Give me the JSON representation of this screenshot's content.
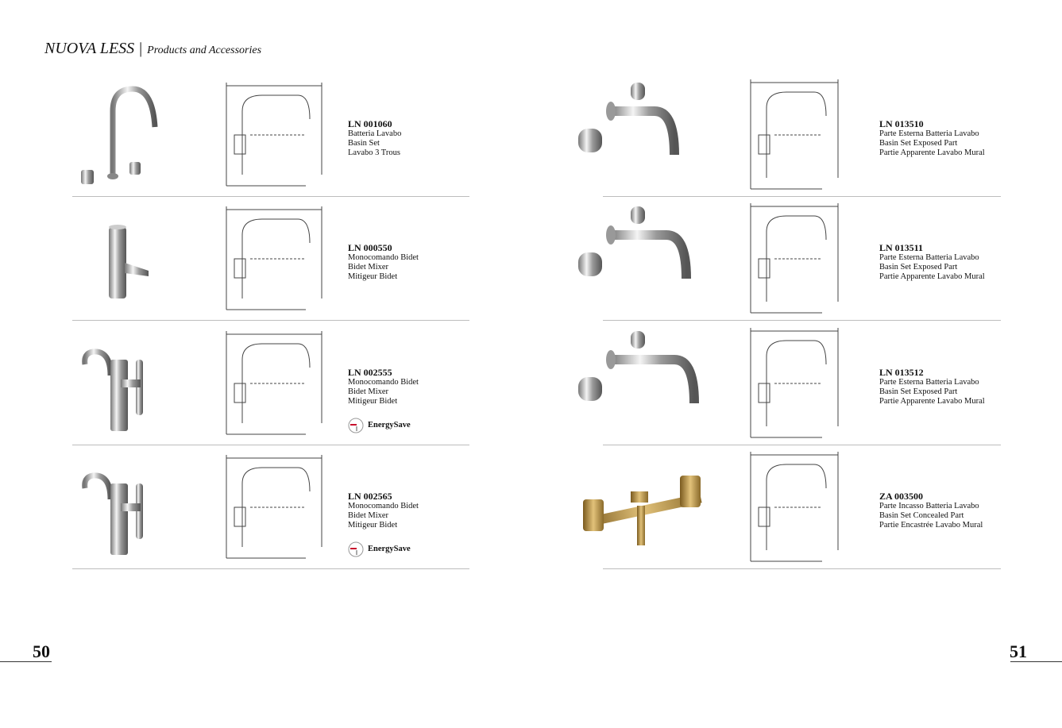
{
  "header": {
    "brand": "NUOVA LESS",
    "separator": "|",
    "subtitle": "Products and Accessories"
  },
  "left_page": {
    "page_number": "50",
    "products": [
      {
        "code": "LN 001060",
        "lines": [
          "Batteria Lavabo",
          "Basin Set",
          "Lavabo 3 Trous"
        ],
        "energy_save": null
      },
      {
        "code": "LN 000550",
        "lines": [
          "Monocomando Bidet",
          "Bidet Mixer",
          "Mitigeur Bidet"
        ],
        "energy_save": null
      },
      {
        "code": "LN 002555",
        "lines": [
          "Monocomando Bidet",
          "Bidet Mixer",
          "Mitigeur Bidet"
        ],
        "energy_save": "EnergySave"
      },
      {
        "code": "LN 002565",
        "lines": [
          "Monocomando Bidet",
          "Bidet Mixer",
          "Mitigeur Bidet"
        ],
        "energy_save": "EnergySave"
      }
    ]
  },
  "right_page": {
    "page_number": "51",
    "products": [
      {
        "code": "LN 013510",
        "lines": [
          "Parte Esterna Batteria Lavabo",
          "Basin Set Exposed Part",
          "Partie Apparente Lavabo Mural"
        ]
      },
      {
        "code": "LN 013511",
        "lines": [
          "Parte Esterna Batteria Lavabo",
          "Basin Set Exposed Part",
          "Partie Apparente Lavabo Mural"
        ]
      },
      {
        "code": "LN 013512",
        "lines": [
          "Parte Esterna Batteria Lavabo",
          "Basin Set Exposed Part",
          "Partie Apparente Lavabo Mural"
        ]
      },
      {
        "code": "ZA 003500",
        "lines": [
          "Parte Incasso Batteria Lavabo",
          "Basin Set Concealed Part",
          "Partie Encastrée Lavabo Mural"
        ]
      }
    ]
  },
  "colors": {
    "rule": "#bdbdbd",
    "energy_accent": "#c8102e",
    "brass": "#b8913a"
  }
}
